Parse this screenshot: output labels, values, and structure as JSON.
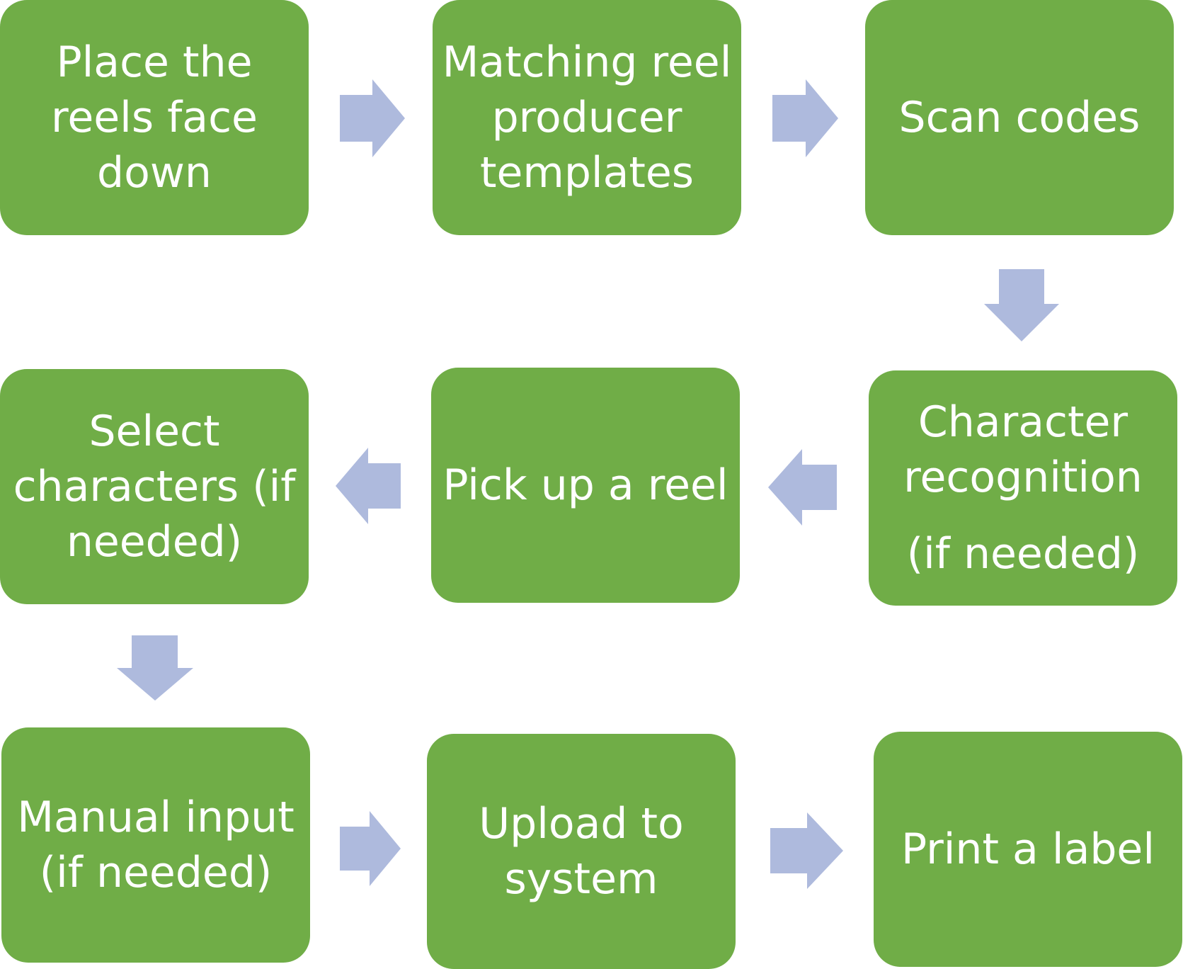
{
  "steps": [
    {
      "id": "place-reels",
      "lines": [
        "Place the",
        "reels face",
        "down"
      ]
    },
    {
      "id": "matching-templates",
      "lines": [
        "Matching reel",
        "producer",
        "templates"
      ]
    },
    {
      "id": "scan-codes",
      "lines": [
        "Scan codes"
      ]
    },
    {
      "id": "character-recognition",
      "lines": [
        "Character",
        "recognition",
        "(if needed)"
      ]
    },
    {
      "id": "pick-up-reel",
      "lines": [
        "Pick up a reel"
      ]
    },
    {
      "id": "select-characters",
      "lines": [
        "Select",
        "characters (if",
        "needed)"
      ]
    },
    {
      "id": "manual-input",
      "lines": [
        "Manual input",
        "(if needed)"
      ]
    },
    {
      "id": "upload-to-system",
      "lines": [
        "Upload to",
        "system"
      ]
    },
    {
      "id": "print-label",
      "lines": [
        "Print a label"
      ]
    }
  ],
  "colors": {
    "box_fill": "#70ad47",
    "box_text": "#ffffff",
    "arrow_fill": "#aebadd"
  }
}
